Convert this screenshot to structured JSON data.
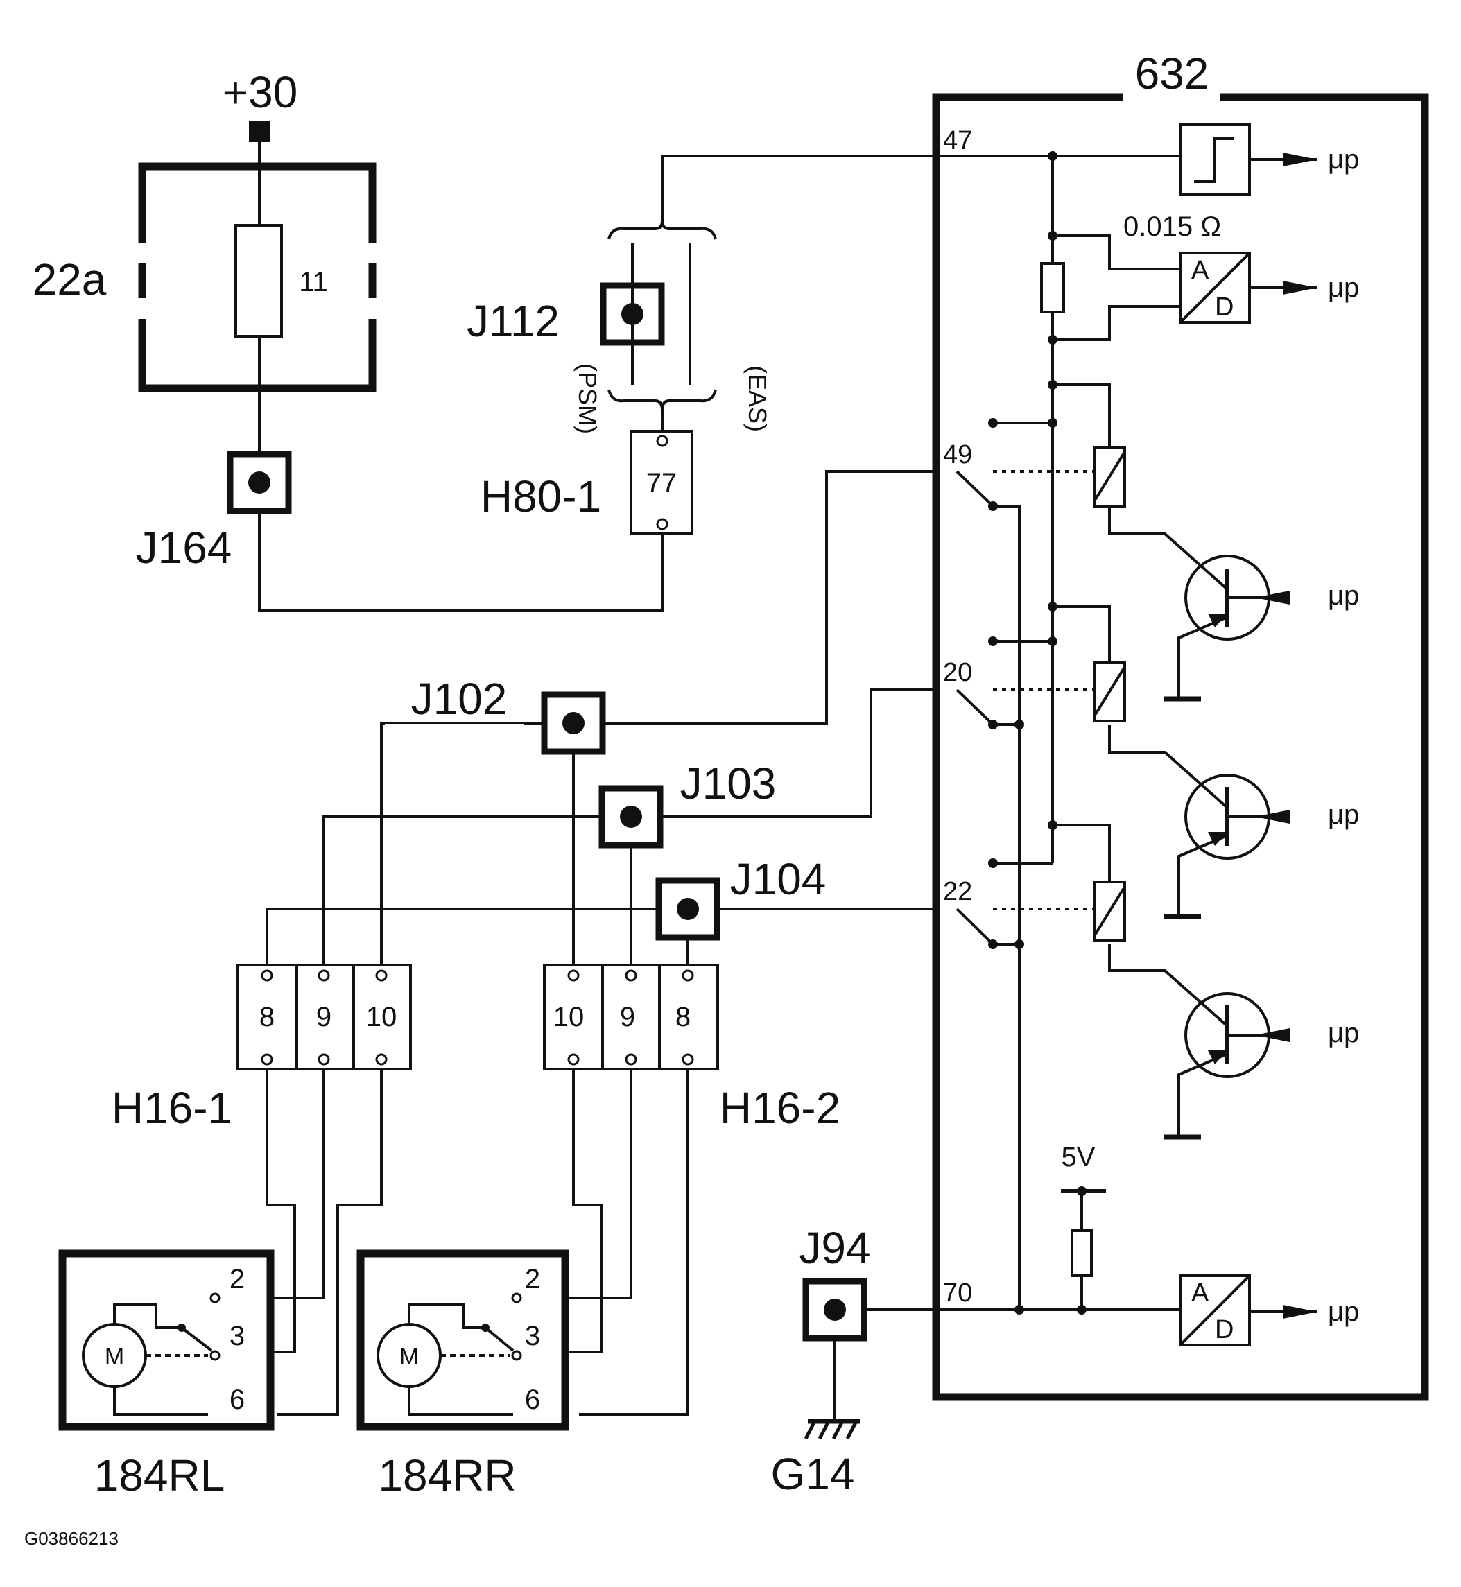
{
  "figure_code": "G03866213",
  "supply": {
    "label": "+30"
  },
  "fuse_box": {
    "label": "22a",
    "fuse_number": "11"
  },
  "connectors": {
    "j164": "J164",
    "j112": "J112",
    "j102": "J102",
    "j103": "J103",
    "j104": "J104",
    "j94": "J94"
  },
  "variants": {
    "left": "(PSM)",
    "right": "(EAS)"
  },
  "h80": {
    "label": "H80-1",
    "pin": "77"
  },
  "h16_1": {
    "label": "H16-1",
    "pins": [
      "8",
      "9",
      "10"
    ]
  },
  "h16_2": {
    "label": "H16-2",
    "pins": [
      "10",
      "9",
      "8"
    ]
  },
  "motors": [
    {
      "label": "184RL",
      "symbol": "M",
      "pins": [
        "2",
        "3",
        "6"
      ]
    },
    {
      "label": "184RR",
      "symbol": "M",
      "pins": [
        "2",
        "3",
        "6"
      ]
    }
  ],
  "ground": {
    "label": "G14"
  },
  "module": {
    "label": "632",
    "shunt_value": "0.015 Ω",
    "adc_a": "A",
    "adc_d": "D",
    "pins": [
      "47",
      "49",
      "20",
      "22",
      "70"
    ],
    "ref_voltage": "5V",
    "mcu": "μp"
  },
  "colors": {
    "ink": "#111111",
    "paper": "#ffffff"
  }
}
